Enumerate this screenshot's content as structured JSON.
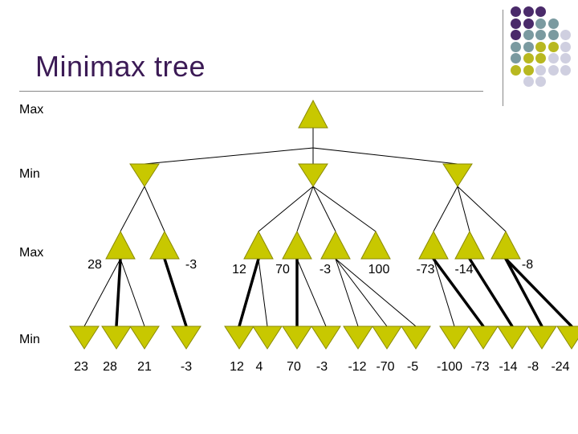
{
  "slide": {
    "title": "Minimax tree"
  },
  "colors": {
    "title": "#3b1a55",
    "node_fill": "#c8c800",
    "node_stroke": "#8a8a00",
    "deco_purple": "#4a2a6a",
    "deco_teal": "#7a9aa0",
    "deco_olive": "#b8b820",
    "deco_lavender": "#cfcfe0"
  },
  "levels": [
    {
      "label": "Max"
    },
    {
      "label": "Min"
    },
    {
      "label": "Max"
    },
    {
      "label": "Min"
    }
  ],
  "level2_values": [
    "28",
    "-3",
    "12",
    "70",
    "-3",
    "100",
    "-73",
    "-14",
    "-8"
  ],
  "leaf_labels": [
    "23",
    "28",
    "21",
    "-3",
    "12",
    "4",
    "70",
    "-3",
    "-12",
    "-70",
    "-5",
    "-100",
    "-73",
    "-14",
    "-8",
    "-24"
  ]
}
